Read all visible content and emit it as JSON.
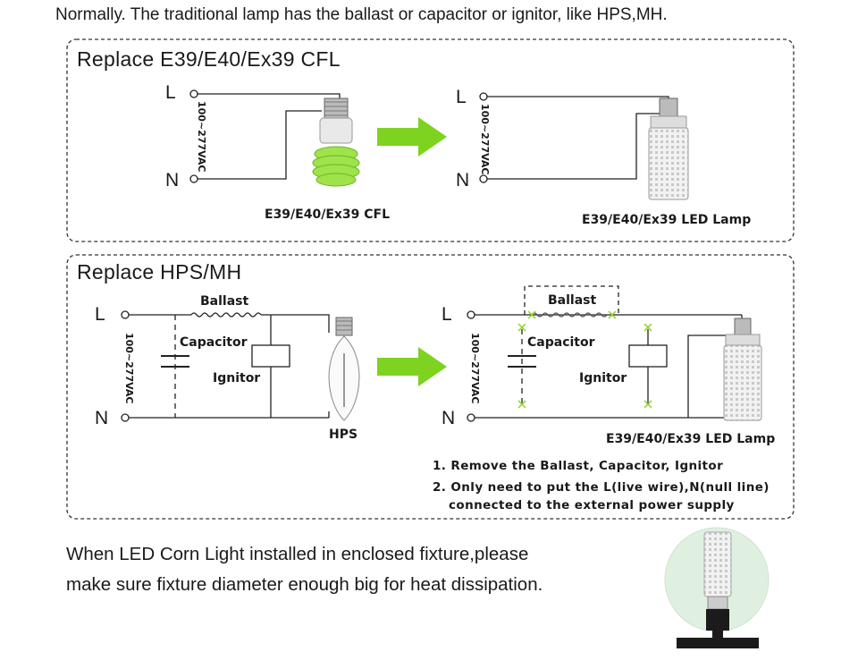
{
  "intro": "Normally. The traditional lamp has the ballast or capacitor or ignitor, like HPS,MH.",
  "section1": {
    "title": "Replace E39/E40/Ex39 CFL",
    "before": {
      "l": "L",
      "n": "N",
      "voltage": "100~277VAC",
      "caption": "E39/E40/Ex39 CFL"
    },
    "after": {
      "l": "L",
      "n": "N",
      "voltage": "100~277VAC",
      "caption": "E39/E40/Ex39 LED Lamp"
    }
  },
  "section2": {
    "title": "Replace HPS/MH",
    "before": {
      "l": "L",
      "n": "N",
      "voltage": "100~277VAC",
      "ballast": "Ballast",
      "capacitor": "Capacitor",
      "ignitor": "Ignitor",
      "caption": "HPS"
    },
    "after": {
      "l": "L",
      "n": "N",
      "voltage": "100~277VAC",
      "ballast": "Ballast",
      "capacitor": "Capacitor",
      "ignitor": "Ignitor",
      "caption": "E39/E40/Ex39 LED Lamp"
    },
    "notes": [
      "1. Remove the Ballast, Capacitor, Ignitor",
      "2. Only need to put the L(live wire),N(null line)",
      "connected to the external power supply"
    ]
  },
  "footer": [
    "When LED Corn Light installed in enclosed fixture,please",
    "make sure fixture diameter enough big for heat dissipation."
  ],
  "colors": {
    "arrow": "#7ed321",
    "cfl": "#9ee34a",
    "fixture_circle": "#dff0e0"
  }
}
